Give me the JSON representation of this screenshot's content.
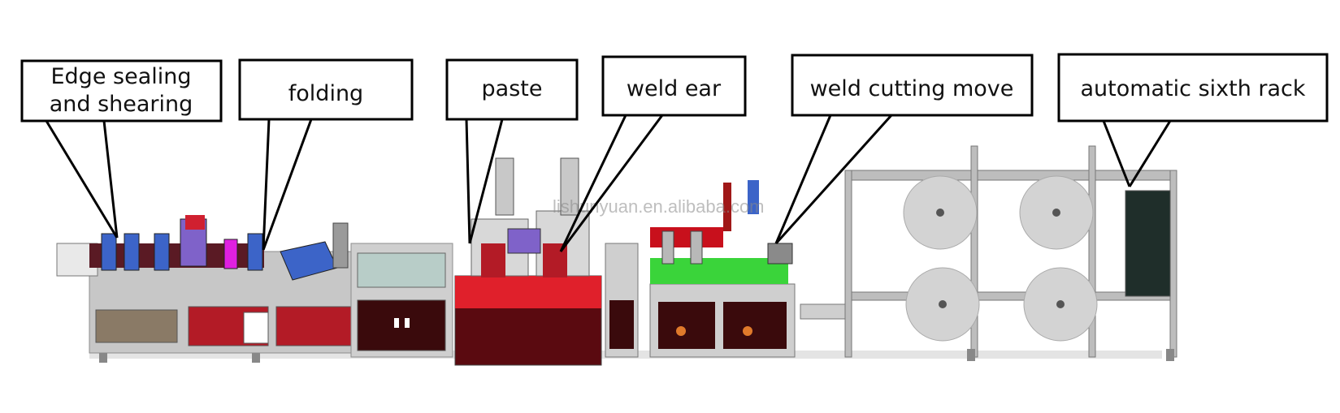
{
  "callouts": [
    {
      "id": "edge",
      "lines": [
        "Edge sealing",
        "and shearing"
      ]
    },
    {
      "id": "folding",
      "lines": [
        "folding"
      ]
    },
    {
      "id": "paste",
      "lines": [
        "paste"
      ]
    },
    {
      "id": "weld-ear",
      "lines": [
        "weld ear"
      ]
    },
    {
      "id": "weld-cut",
      "lines": [
        "weld cutting move"
      ]
    },
    {
      "id": "sixth-rack",
      "lines": [
        "automatic sixth rack"
      ]
    }
  ],
  "watermark": "lishunyuan.en.alibaba.com",
  "colors": {
    "machine_frame": "#b9b9b9",
    "cabinet_red": "#8e0e18",
    "cabinet_dark": "#3a0a0c",
    "bright_red": "#e0202b",
    "green_panel": "#3ad43a",
    "blue_part": "#3c64c8",
    "purple_part": "#7f62c9",
    "magenta_part": "#e020e0",
    "roll_gray": "#cfcfcf",
    "dark_panel": "#1f2e2a"
  }
}
